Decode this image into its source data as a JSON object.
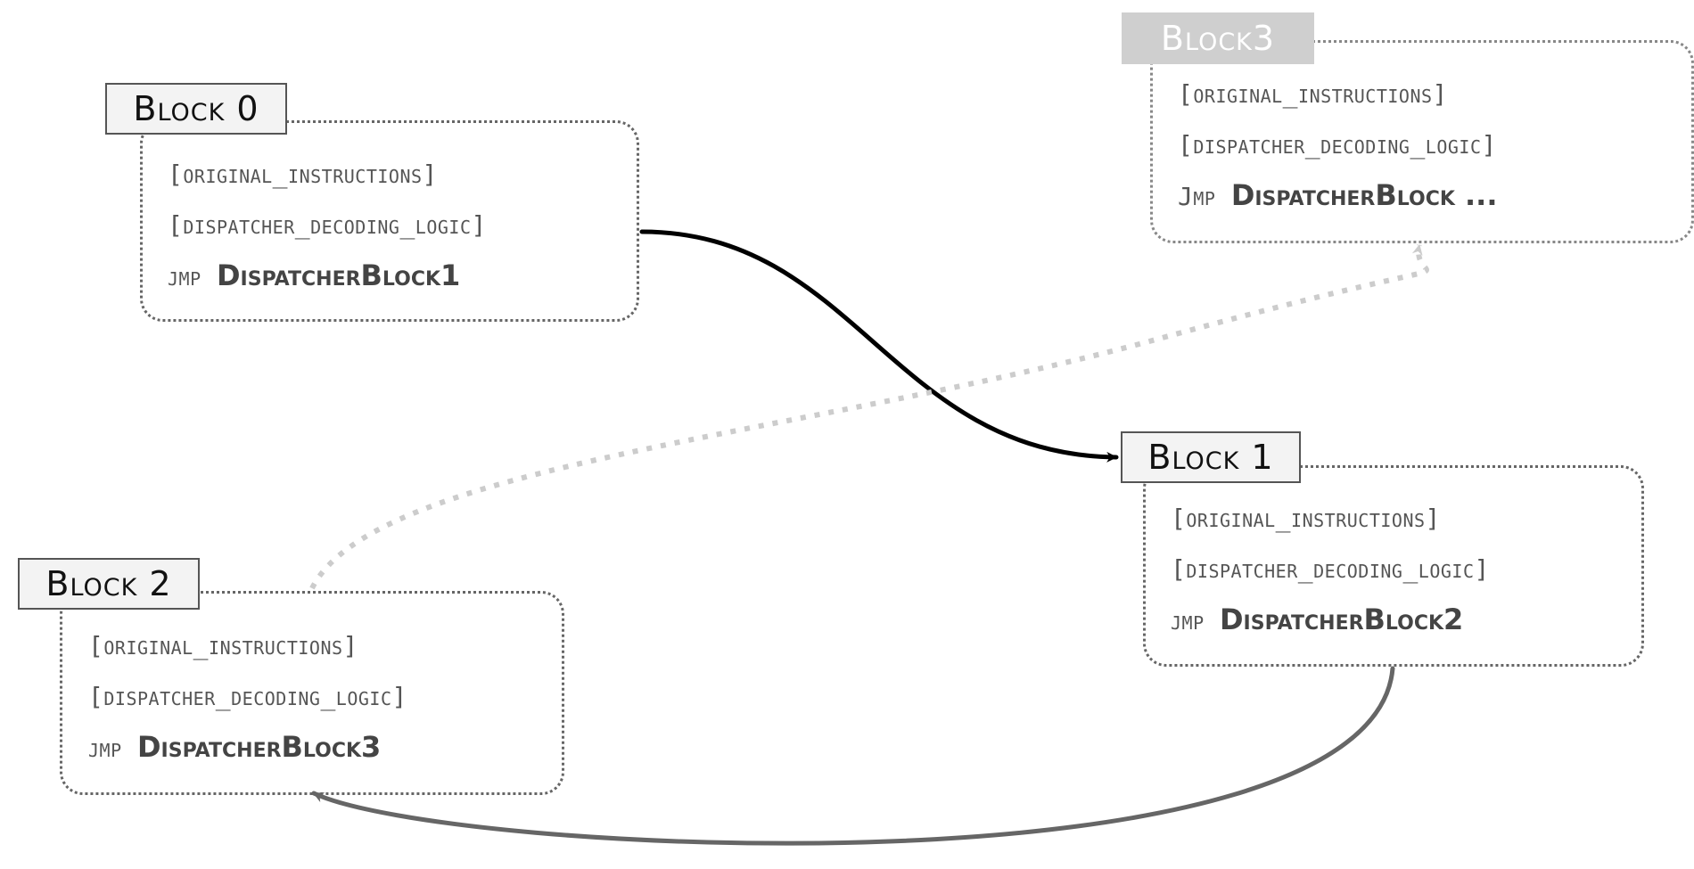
{
  "blocks": [
    {
      "id": "block0",
      "title": "Block 0",
      "faded": false,
      "lines": [
        "[original_instructions]",
        "[dispatcher_decoding_logic]"
      ],
      "jmp": "jmp",
      "target": "DispatcherBlock1"
    },
    {
      "id": "block1",
      "title": "Block 1",
      "faded": false,
      "lines": [
        "[original_instructions]",
        "[dispatcher_decoding_logic]"
      ],
      "jmp": "jmp",
      "target": "DispatcherBlock2"
    },
    {
      "id": "block2",
      "title": "Block 2",
      "faded": false,
      "lines": [
        "[original_instructions]",
        "[dispatcher_decoding_logic]"
      ],
      "jmp": "jmp",
      "target": "DispatcherBlock3"
    },
    {
      "id": "block3",
      "title": "Block3",
      "faded": true,
      "lines": [
        "[original_instructions]",
        "[dispatcher_decoding_logic]"
      ],
      "jmp": "Jmp",
      "target": "DispatcherBlock ..."
    }
  ],
  "edges": [
    {
      "from": "block0",
      "to": "block1",
      "style": "solid",
      "color": "#000000"
    },
    {
      "from": "block1",
      "to": "block2",
      "style": "solid",
      "color": "#666666"
    },
    {
      "from": "block2",
      "to": "block3",
      "style": "dotted",
      "color": "#cccccc"
    }
  ],
  "colors": {
    "border": "#666666",
    "title_bg": "#f3f3f3",
    "faded_title_bg": "#cfcfcf",
    "text": "#555555"
  }
}
